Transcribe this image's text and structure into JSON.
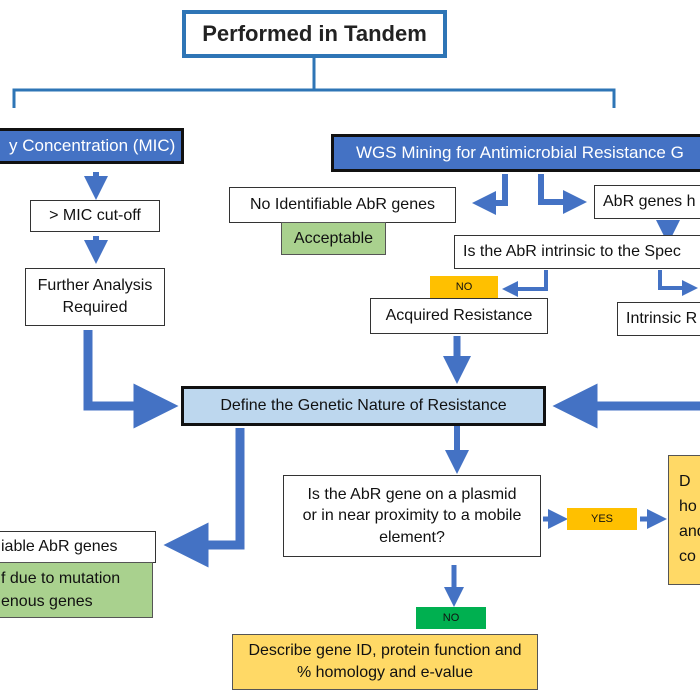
{
  "title": "Performed in Tandem",
  "left_header": "y Concentration (MIC)",
  "right_header": "WGS Mining for Antimicrobial Resistance G",
  "mic_cutoff": "> MIC cut-off",
  "further_analysis": "Further Analysis Required",
  "no_genes": "No Identifiable AbR genes",
  "acceptable": "Acceptable",
  "genes_found": "AbR genes h",
  "intrinsic_question": "Is the AbR intrinsic to the Spec",
  "no_label_1": "NO",
  "acquired": "Acquired Resistance",
  "intrinsic": "Intrinsic R",
  "define": "Define the Genetic Nature of Resistance",
  "plasmid_question": "Is the AbR gene on a plasmid or in near proximity to a mobile element?",
  "yes_label": "YES",
  "no_label_2": "NO",
  "describe": "Describe gene ID, protein function and % homology and e-value",
  "right_yellow_lines": [
    "D",
    "ho",
    "and",
    "co"
  ],
  "bottom_left_genes": "iable AbR genes",
  "bottom_left_green_lines": [
    "f due to mutation",
    "enous genes"
  ],
  "colors": {
    "arrow_blue": "#4472c4",
    "header_blue": "#4472c4",
    "title_border": "#2e75b6",
    "define_fill": "#bdd7ee",
    "green_fill": "#a9d18e",
    "yellow_fill": "#ffd966",
    "tag_orange": "#ffc000",
    "tag_green": "#00b050"
  }
}
